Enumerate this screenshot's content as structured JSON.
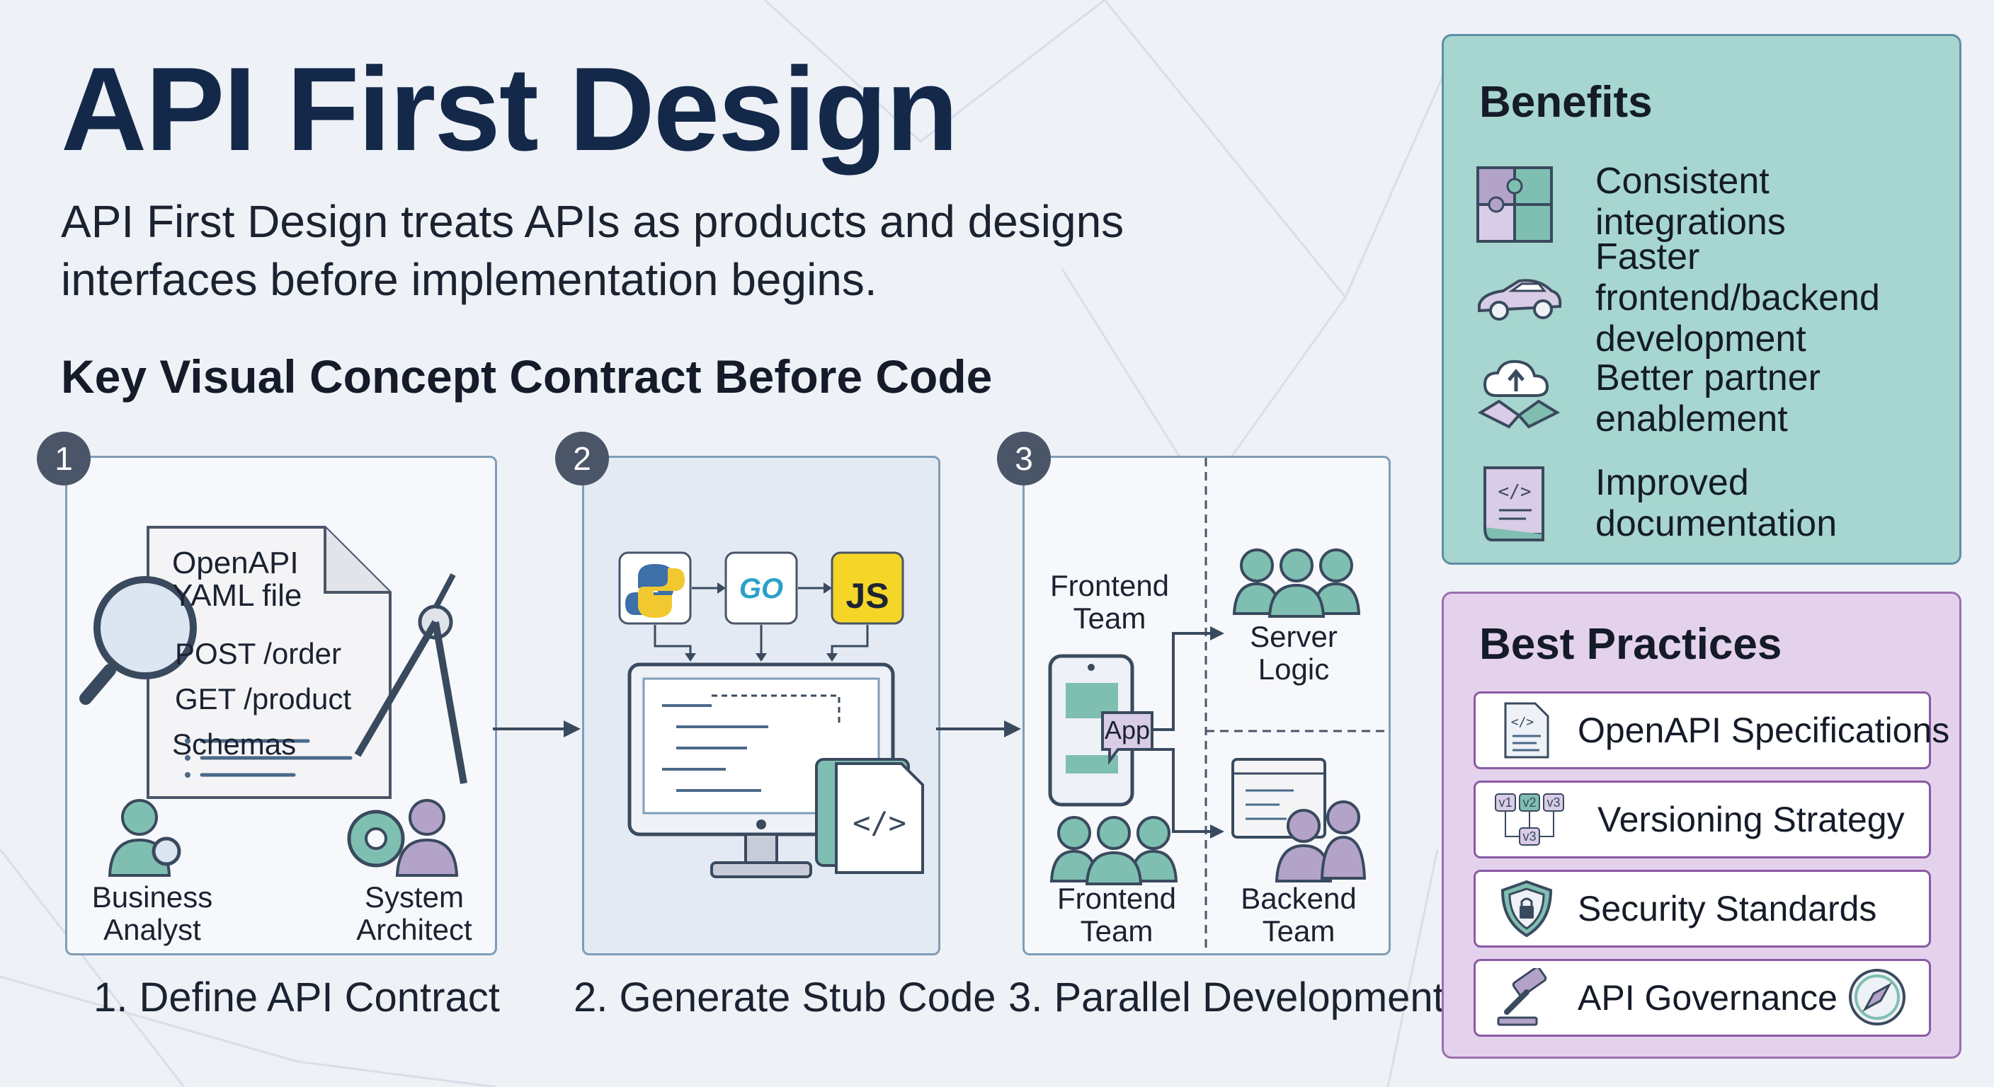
{
  "title": "API First Design",
  "subtitle": "API First Design treats APIs as products and designs interfaces before implementation begins.",
  "key_concept": "Key Visual Concept  Contract Before Code",
  "steps": [
    {
      "number": "1",
      "label": "1. Define API Contract",
      "doc_title": "OpenAPI\nYAML file",
      "doc_lines": [
        "POST /order",
        "GET /product",
        "Schemas"
      ],
      "roles": [
        "Business\nAnalyst",
        "System\nArchitect"
      ]
    },
    {
      "number": "2",
      "label": "2. Generate Stub Code",
      "languages": [
        "GO",
        "JS"
      ]
    },
    {
      "number": "3",
      "label": "3. Parallel Development",
      "frontend_top": "Frontend\nTeam",
      "app_label": "App",
      "server_logic": "Server\nLogic",
      "frontend_bottom": "Frontend\nTeam",
      "backend": "Backend\nTeam"
    }
  ],
  "benefits": {
    "title": "Benefits",
    "items": [
      {
        "icon": "puzzle-icon",
        "text": "Consistent integrations"
      },
      {
        "icon": "race-car-icon",
        "text": "Faster frontend/backend development"
      },
      {
        "icon": "cloud-handshake-icon",
        "text": "Better partner enablement"
      },
      {
        "icon": "code-book-icon",
        "text": "Improved documentation"
      }
    ]
  },
  "best_practices": {
    "title": "Best Practices",
    "items": [
      {
        "icon": "spec-document-icon",
        "text": "OpenAPI Specifications"
      },
      {
        "icon": "version-tree-icon",
        "text": "Versioning Strategy",
        "badges": [
          "v1",
          "v2",
          "v3",
          "v3"
        ]
      },
      {
        "icon": "shield-lock-icon",
        "text": "Security Standards"
      },
      {
        "icon": "gavel-icon",
        "text": "API Governance"
      }
    ]
  },
  "colors": {
    "title": "#14294a",
    "benefits_bg": "#a6d6cf",
    "practices_bg": "#e4d2ec",
    "panel_border": "#7f9db8",
    "badge": "#4a5568",
    "teal_icon": "#7fbfb2",
    "purple_icon": "#b3a3c9",
    "js_yellow": "#f5d628"
  }
}
